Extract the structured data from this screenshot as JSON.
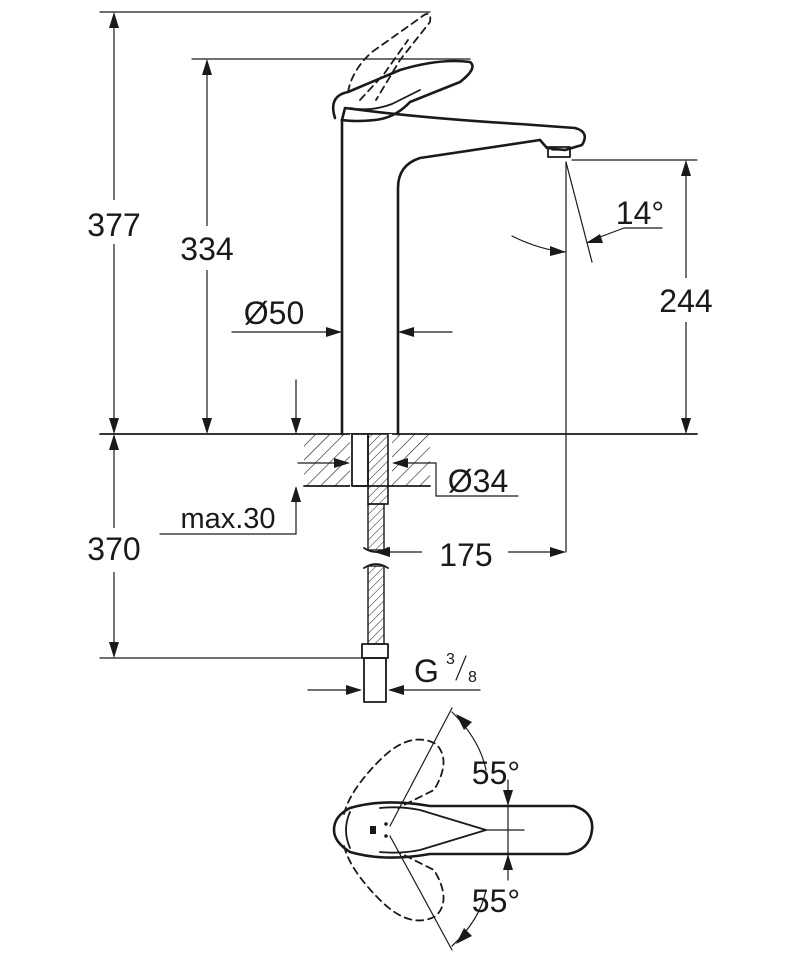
{
  "drawing": {
    "labels": {
      "height_total": "377",
      "height_body": "334",
      "diameter_body": "Ø50",
      "spout_height": "244",
      "spout_angle": "14°",
      "below_counter": "370",
      "max_thickness": "max.30",
      "hole_diameter": "Ø34",
      "spout_reach": "175",
      "connection_g": "G",
      "connection_num": "3",
      "connection_den": "8",
      "rotation_top": "55°",
      "rotation_bottom": "55°"
    },
    "colors": {
      "line": "#1a1a1a",
      "background": "#ffffff"
    }
  }
}
